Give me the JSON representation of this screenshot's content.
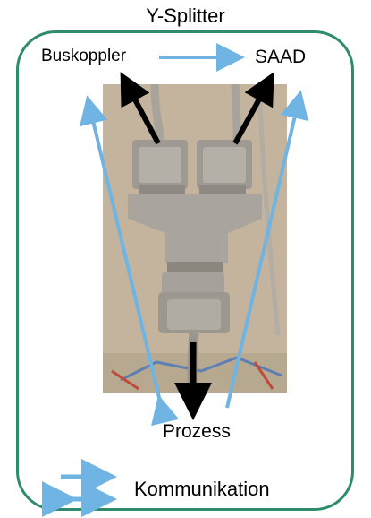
{
  "title": "Y-Splitter",
  "nodes": {
    "buskoppler": "Buskoppler",
    "saad": "SAAD",
    "prozess": "Prozess"
  },
  "legend": {
    "label": "Kommunikation"
  },
  "colors": {
    "frame": "#2e8b6e",
    "comm_arrow": "#6fb4e3",
    "data_arrow": "#000000"
  },
  "icons": {
    "photo": "y-splitter-connector-photo"
  }
}
